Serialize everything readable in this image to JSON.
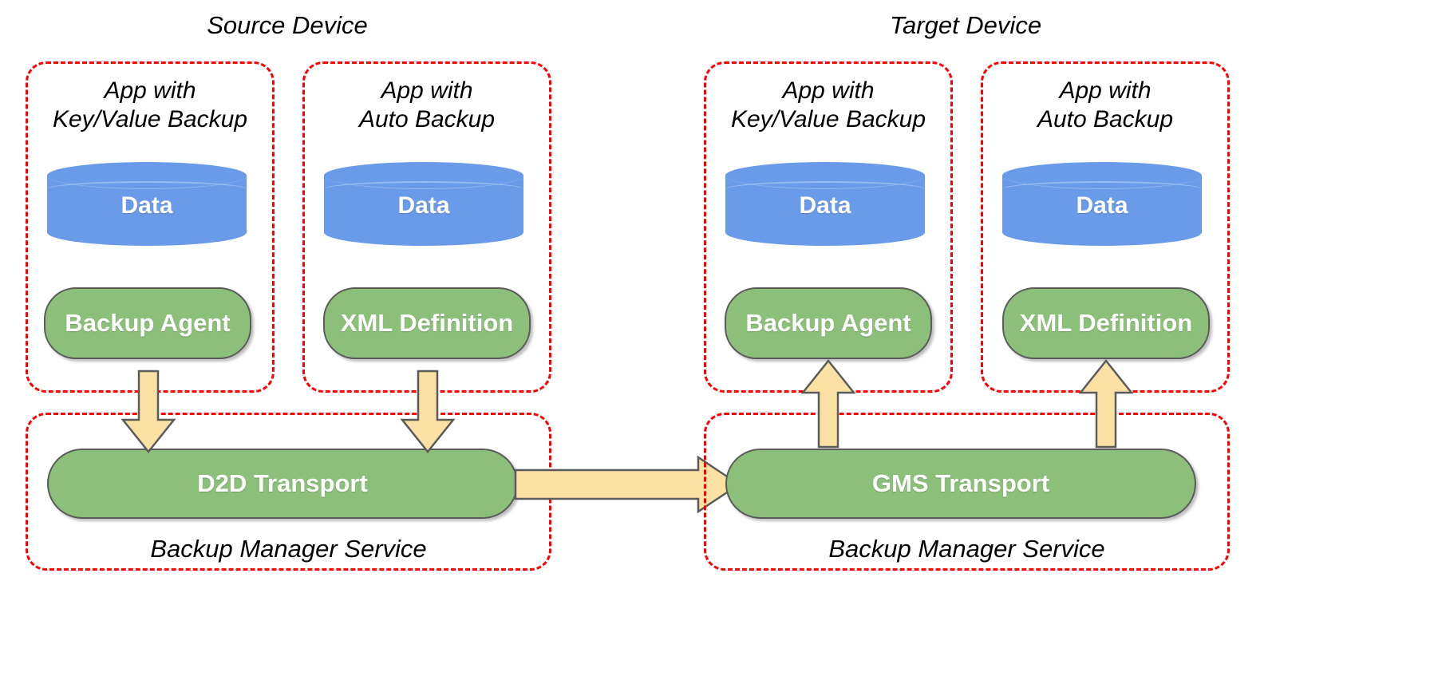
{
  "diagram": {
    "title_left": "Source Device",
    "title_right": "Target Device",
    "colors": {
      "dashed_border": "#FF0000",
      "cylinder_fill": "#6A9BE8",
      "pill_fill": "#8CC07A",
      "pill_stroke": "#5B5B5B",
      "arrow_fill": "#FBE2A4",
      "arrow_stroke": "#5B5B5B",
      "text_on_fill": "#FFFFFF",
      "background": "#FFFFFF"
    },
    "source_device": {
      "label": "Source Device",
      "apps": [
        {
          "caption": "App with\nKey/Value Backup",
          "data_label": "Data",
          "component_label": "Backup Agent"
        },
        {
          "caption": "App with\nAuto Backup",
          "data_label": "Data",
          "component_label": "XML Definition"
        }
      ],
      "service": {
        "caption": "Backup Manager Service",
        "transport_label": "D2D Transport"
      },
      "arrow_direction": "down"
    },
    "target_device": {
      "label": "Target Device",
      "apps": [
        {
          "caption": "App with\nKey/Value Backup",
          "data_label": "Data",
          "component_label": "Backup Agent"
        },
        {
          "caption": "App with\nAuto Backup",
          "data_label": "Data",
          "component_label": "XML Definition"
        }
      ],
      "service": {
        "caption": "Backup Manager Service",
        "transport_label": "GMS Transport"
      },
      "arrow_direction": "up"
    },
    "transfer_arrow": {
      "from": "D2D Transport",
      "to": "GMS Transport",
      "direction": "right",
      "label": ""
    }
  }
}
